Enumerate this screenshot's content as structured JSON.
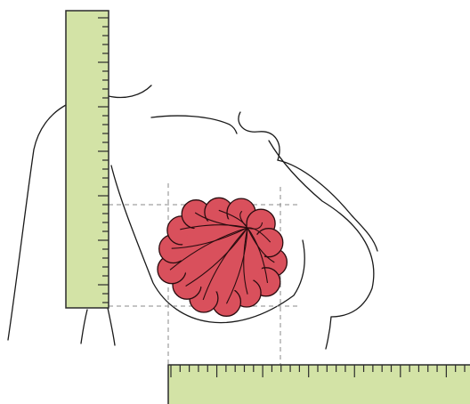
{
  "illustration": {
    "subject": "breast-lesion-measurement",
    "colors": {
      "background": "#ffffff",
      "outline": "#1a1a1a",
      "guide_line": "#8a8a8a",
      "ruler_fill": "#d3e3a6",
      "ruler_border": "#2b2b2b",
      "lesion_fill": "#d9505c",
      "lesion_stroke": "#2a0c0f"
    },
    "vertical_ruler": {
      "orientation": "vertical",
      "tick_count": 33,
      "major_every": 5
    },
    "horizontal_ruler": {
      "orientation": "horizontal",
      "tick_count": 33,
      "major_every": 5
    },
    "lesion": {
      "lobe_count": 14,
      "shape": "scalloped-rosette"
    }
  }
}
